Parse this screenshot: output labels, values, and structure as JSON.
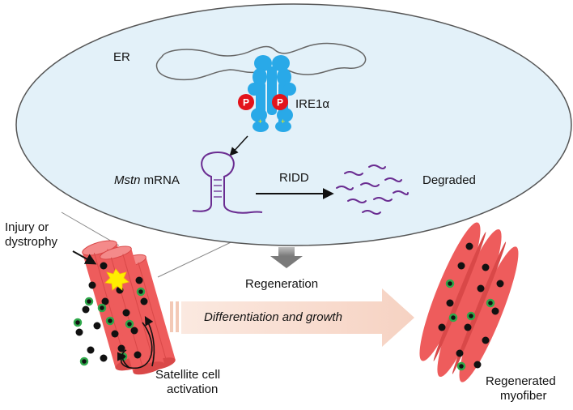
{
  "labels": {
    "er": "ER",
    "ire1a": "IRE1α",
    "mstn_italic": "Mstn",
    "mstn_rest": " mRNA",
    "ridd": "RIDD",
    "degraded": "Degraded",
    "injury_line1": "Injury or",
    "injury_line2": "dystrophy",
    "regeneration": "Regeneration",
    "differentiation": "Differentiation and growth",
    "satellite_line1": "Satellite cell",
    "satellite_line2": "activation",
    "regenerated_line1": "Regenerated",
    "regenerated_line2": "myofiber",
    "phospho": "P"
  },
  "colors": {
    "cell_fill": "#e3f1f9",
    "cell_stroke": "#555555",
    "ire1_blue": "#29a9e8",
    "phospho_red": "#e3131b",
    "rna_purple": "#6a2c91",
    "fiber_red": "#ee5c5c",
    "fiber_dark": "#d94848",
    "nucleus": "#111111",
    "satellite_green": "#2ea84a",
    "arrow_peach": "#f8ddd0",
    "injury_yellow": "#ffee00"
  }
}
